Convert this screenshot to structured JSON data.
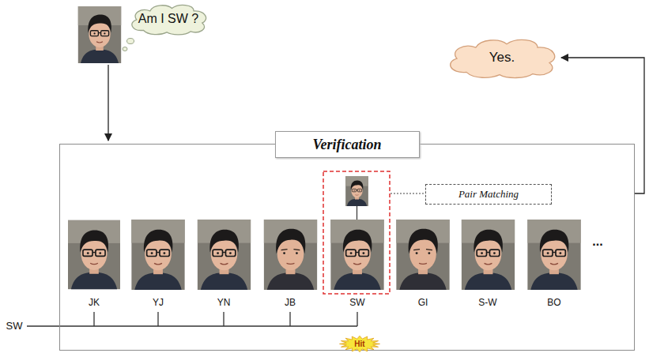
{
  "diagram": {
    "nodes": [
      {
        "text": [
          "Am I SW ?"
        ]
      },
      {
        "text": [
          "Yes."
        ]
      },
      {
        "text": [
          "Verification"
        ]
      },
      {
        "text": [
          "Pair Matching"
        ],
        "in": 2
      },
      {
        "text": [
          "Hit"
        ]
      }
    ],
    "edges": [
      {
        "from": 2,
        "to": 1,
        "arrow": "to"
      }
    ],
    "labels": [
      "JK",
      "YJ",
      "YN",
      "JB",
      "SW",
      "GI",
      "S-W",
      "BO",
      "...",
      "SW"
    ]
  }
}
